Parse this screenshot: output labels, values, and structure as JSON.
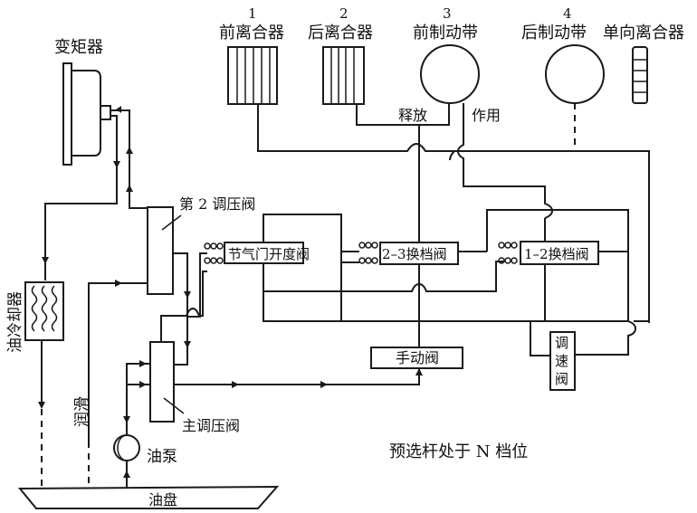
{
  "diagram": {
    "caption": "预选杆处于 N 档位",
    "components": {
      "torque_converter": {
        "label": "变矩器"
      },
      "front_clutch": {
        "number": "1",
        "label": "前离合器"
      },
      "rear_clutch": {
        "number": "2",
        "label": "后离合器"
      },
      "front_brake_band": {
        "number": "3",
        "label": "前制动带",
        "release_label": "释放",
        "apply_label": "作用"
      },
      "rear_brake_band": {
        "number": "4",
        "label": "后制动带"
      },
      "one_way_clutch": {
        "label": "单向离合器"
      },
      "oil_cooler": {
        "label": "油冷却器"
      },
      "second_regulator_valve": {
        "label": "第 2 调压阀"
      },
      "throttle_valve": {
        "label": "节气门开度阀"
      },
      "shift_valve_23": {
        "label": "2–3换档阀"
      },
      "shift_valve_12": {
        "label": "1–2换档阀"
      },
      "manual_valve": {
        "label": "手动阀"
      },
      "governor_valve": {
        "label": "调速阀"
      },
      "main_regulator_valve": {
        "label": "主调压阀"
      },
      "oil_pump": {
        "label": "油泵"
      },
      "lubrication": {
        "label": "润滑"
      },
      "oil_pan": {
        "label": "油盘"
      }
    }
  }
}
